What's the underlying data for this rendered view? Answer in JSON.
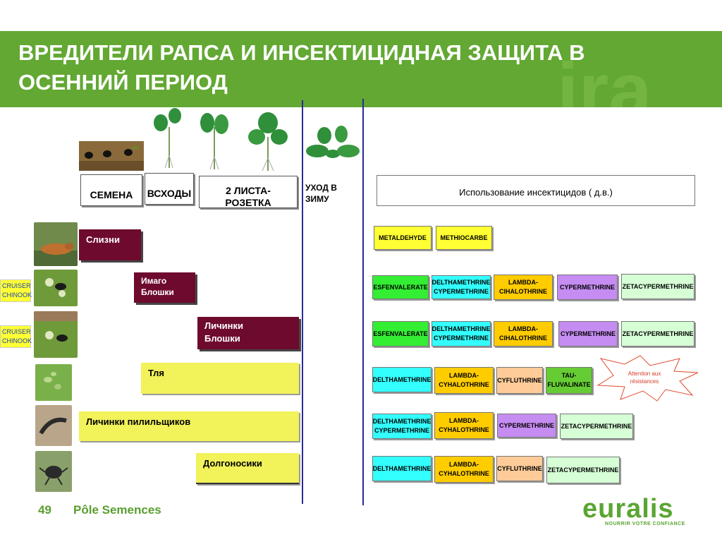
{
  "header": {
    "title_line1": "ВРЕДИТЕЛИ РАПСА  И ИНСЕКТИЦИДНАЯ ЗАЩИТА В",
    "title_line2": "ОСЕННИЙ ПЕРИОД"
  },
  "stages": {
    "seeds": "СЕМЕНА",
    "sprouts": "ВСХОДЫ",
    "rosette": "2 ЛИСТА-РОЗЕТКА",
    "winter": "УХОД В ЗИМУ",
    "insecticides_header": "Использование инсектицидов ( д.в.)"
  },
  "side_labels": {
    "cruiser1": "CRUISER",
    "chinook1": "CHINOOK",
    "cruiser2": "CRUISER",
    "chinook2": "CHINOOK"
  },
  "pests": {
    "slugs": "Слизни",
    "flea_adult_1": "Имаго",
    "flea_adult_2": "Блошки",
    "flea_larvae_1": "Личинки",
    "flea_larvae_2": "Блошки",
    "aphid": "Тля",
    "sawfly": "Личинки пилильщиков",
    "weevil": "Долгоносики"
  },
  "insecticides": {
    "row1": [
      "METALDEHYDE",
      "METHIOCARBE"
    ],
    "row2": [
      "ESFENVALERATE",
      "DELTHAMETHRINE CYPERMETHRINE",
      "LAMBDA-CIHALOTHRINE",
      "CYPERMETHRINE",
      "ZETACYPERMETHRINE"
    ],
    "row3": [
      "ESFENVALERATE",
      "DELTHAMETHRINE CYPERMETHRINE",
      "LAMBDA-CIHALOTHRINE",
      "CYPERMETHRINE",
      "ZETACYPERMETHRINE"
    ],
    "row4": [
      "DELTHAMETHRINE",
      "LAMBDA-CYHALOTHRINE",
      "CYFLUTHRINE",
      "TAU-FLUVALINATE"
    ],
    "row5": [
      "DELTHAMETHRINE CYPERMETHRINE",
      "LAMBDA-CYHALOTHRINE",
      "CYPERMETHRINE",
      "ZETACYPERMETHRINE"
    ],
    "row6": [
      "DELTHAMETHRINE",
      "LAMBDA-CYHALOTHRINE",
      "CYFLUTHRINE",
      "ZETACYPERMETHRINE"
    ]
  },
  "warning": "Attention aux résistances",
  "footer": {
    "page_number": "49",
    "text": "Pôle Semences",
    "logo": "euralis",
    "slogan": "NOURRIR VOTRE CONFIANCE"
  },
  "colors": {
    "header_green": "#62a833",
    "maroon": "#6e0a2e",
    "yellow": "#f2f25a",
    "chip_yellow": "#ffff33",
    "chip_cyan": "#33ffff",
    "chip_orange": "#ffcc00",
    "chip_green": "#33ee33",
    "chip_purple": "#c58cf2",
    "chip_mint": "#d6ffd6",
    "chip_peach": "#ffcc99",
    "chip_olive": "#66cc33",
    "line_blue": "#2a2a9a"
  }
}
